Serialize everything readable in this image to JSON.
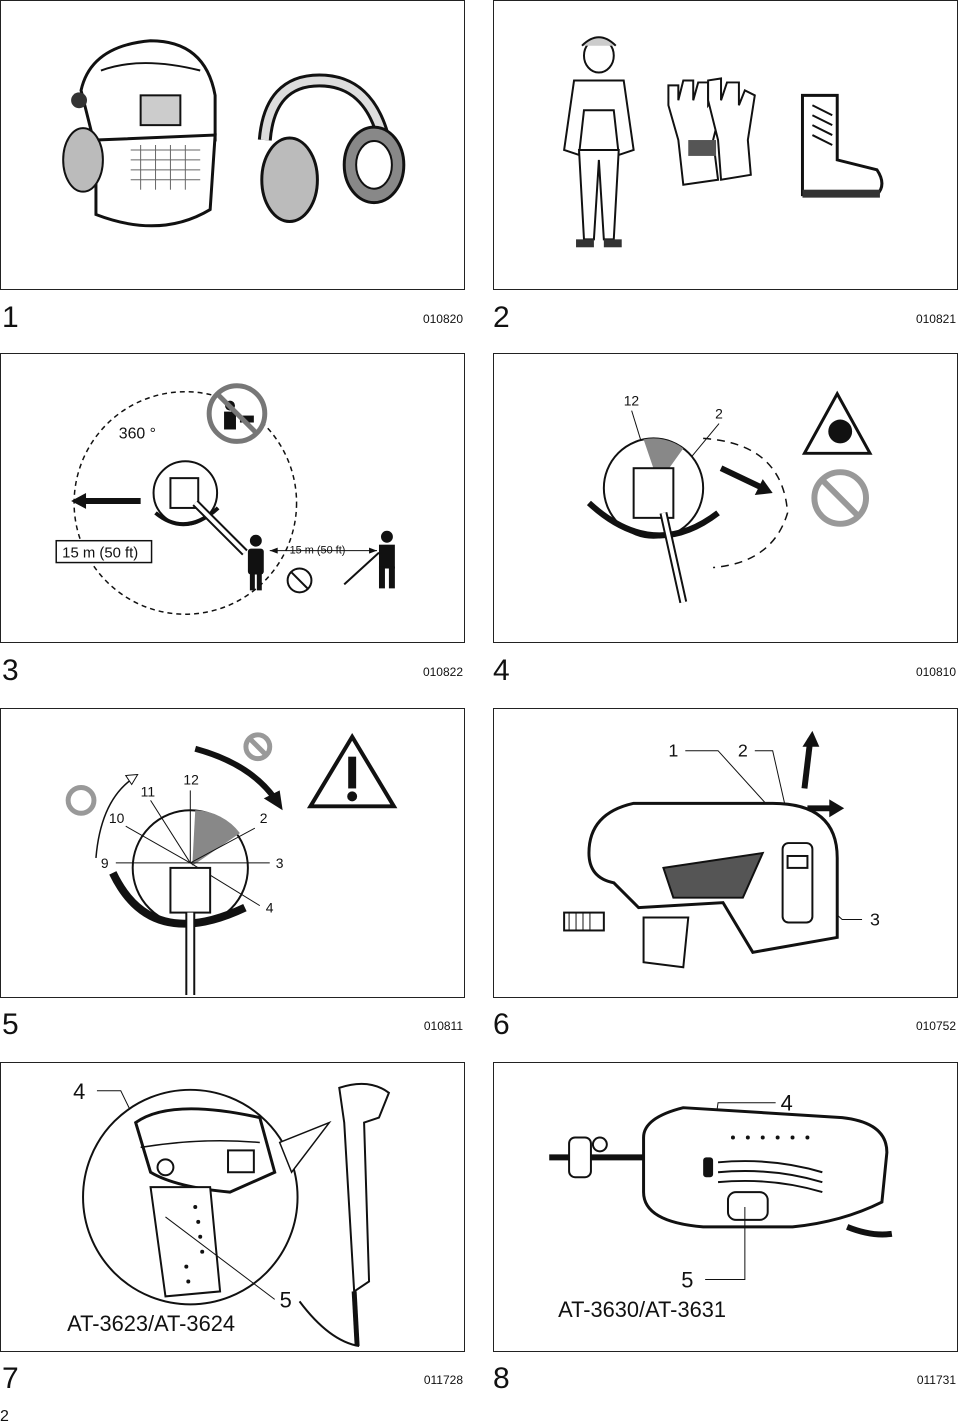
{
  "page_number": "2",
  "figures": [
    {
      "number": "1",
      "code": "010820"
    },
    {
      "number": "2",
      "code": "010821"
    },
    {
      "number": "3",
      "code": "010822",
      "labels": {
        "angle": "360 °",
        "distance_box": "15 m (50 ft)",
        "distance_arrow": "15 m (50 ft)"
      }
    },
    {
      "number": "4",
      "code": "010810",
      "labels": {
        "l12": "12",
        "l2": "2"
      }
    },
    {
      "number": "5",
      "code": "010811",
      "labels": {
        "l11": "11",
        "l12": "12",
        "l10": "10",
        "l2": "2",
        "l9": "9",
        "l3": "3",
        "l4": "4"
      }
    },
    {
      "number": "6",
      "code": "010752",
      "labels": {
        "l1": "1",
        "l2": "2",
        "l3": "3"
      }
    },
    {
      "number": "7",
      "code": "011728",
      "labels": {
        "l4": "4",
        "l5": "5",
        "model": "AT-3623/AT-3624"
      }
    },
    {
      "number": "8",
      "code": "011731",
      "labels": {
        "l4": "4",
        "l5": "5",
        "model": "AT-3630/AT-3631"
      }
    }
  ]
}
